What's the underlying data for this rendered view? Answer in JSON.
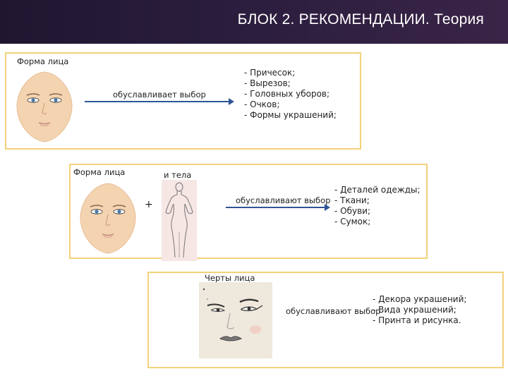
{
  "header": {
    "title": "БЛОК 2. РЕКОМЕНДАЦИИ. Теория"
  },
  "block1": {
    "face_label": "Форма лица",
    "verb": "обуславливает выбор",
    "items": [
      "- Причесок;",
      "- Вырезов;",
      "- Головных уборов;",
      "- Очков;",
      "- Формы украшений;"
    ]
  },
  "block2": {
    "face_label": "Форма лица",
    "body_label": "и тела",
    "plus": "+",
    "verb": "обуславливают выбор",
    "items": [
      "- Деталей одежды;",
      "- Ткани;",
      "- Обуви;",
      "- Сумок;"
    ]
  },
  "block3": {
    "features_label": "Черты лица",
    "verb": "обуславливают выбор",
    "items": [
      "- Декора украшений;",
      "- Вида украшений;",
      "- Принта и рисунка."
    ]
  },
  "colors": {
    "header_bg": "#2a1d3d",
    "panel_border": "#f3d27a",
    "arrow": "#2f5596",
    "skin": "#f4d3b0",
    "iris": "#4a7aa8"
  }
}
